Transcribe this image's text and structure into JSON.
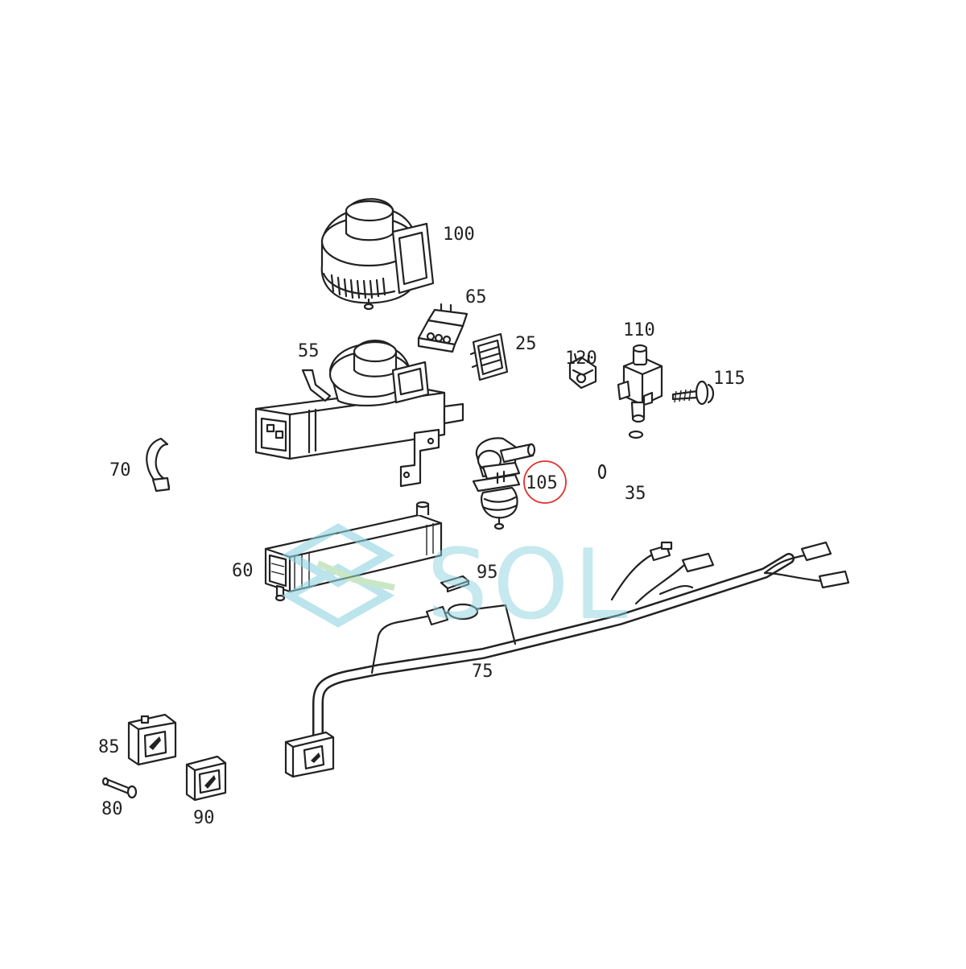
{
  "labels": {
    "p100": "100",
    "p65": "65",
    "p25": "25",
    "p55": "55",
    "p120": "120",
    "p110": "110",
    "p115": "115",
    "p70": "70",
    "p105": "105",
    "p35": "35",
    "p60": "60",
    "p95": "95",
    "p75": "75",
    "p85": "85",
    "p80": "80",
    "p90": "90"
  },
  "highlighted_part": "105",
  "highlight_color": "#e0302a",
  "watermark": {
    "text": "SOL",
    "color": "#8fd3e0",
    "accent_color": "#a8d8a0"
  }
}
